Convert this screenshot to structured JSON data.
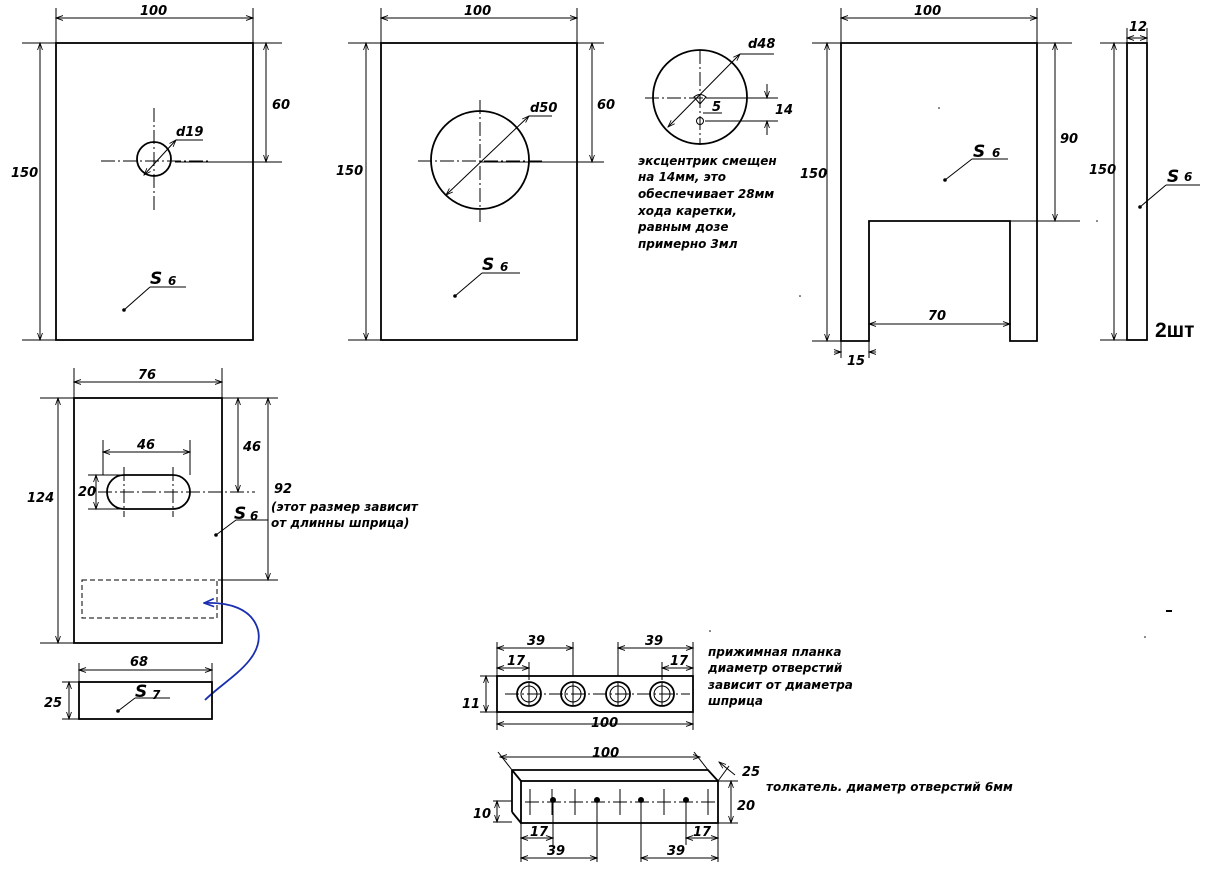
{
  "part1": {
    "width": "100",
    "height": "150",
    "hole_from_top": "60",
    "hole": "d19",
    "thickness": "S",
    "thickness_value": "6"
  },
  "part2": {
    "width": "100",
    "height": "150",
    "hole_from_top": "60",
    "hole": "d50",
    "thickness": "S",
    "thickness_value": "6"
  },
  "eccentric": {
    "diameter": "d48",
    "hole": "5",
    "offset": "14",
    "note_lines": [
      "эксцентрик смещен",
      "на 14мм, это",
      "обеспечивает 28мм",
      "хода каретки,",
      "равным дозе",
      "примерно 3мл"
    ]
  },
  "part3": {
    "width": "100",
    "height": "150",
    "cut_depth": "90",
    "cut_width": "70",
    "leg_width": "15",
    "thickness": "S",
    "thickness_value": "6"
  },
  "part4": {
    "width": "12",
    "height": "150",
    "thickness": "S",
    "thickness_value": "6",
    "quantity": "2шт"
  },
  "part5": {
    "width": "76",
    "height": "124",
    "slot_length": "46",
    "slot_width": "20",
    "slot_from_top": "46",
    "variable_dim": "92",
    "variable_note_lines": [
      "(этот размер зависит",
      "от длинны шприца)"
    ],
    "thickness": "S",
    "thickness_value": "6"
  },
  "part6": {
    "width": "68",
    "height": "25",
    "thickness": "S",
    "thickness_value": "7"
  },
  "clamp_bar": {
    "left_spacing": "39",
    "right_spacing": "39",
    "left_edge": "17",
    "right_edge": "17",
    "height": "11",
    "length": "100",
    "note_lines": [
      "прижимная планка",
      "диаметр отверстий",
      "зависит от диаметра",
      "шприца"
    ]
  },
  "pusher": {
    "length": "100",
    "depth": "25",
    "front_height": "10",
    "height": "20",
    "left_edge": "17",
    "right_edge": "17",
    "left_spacing": "39",
    "right_spacing": "39",
    "note": "толкатель. диаметр отверстий 6мм"
  }
}
